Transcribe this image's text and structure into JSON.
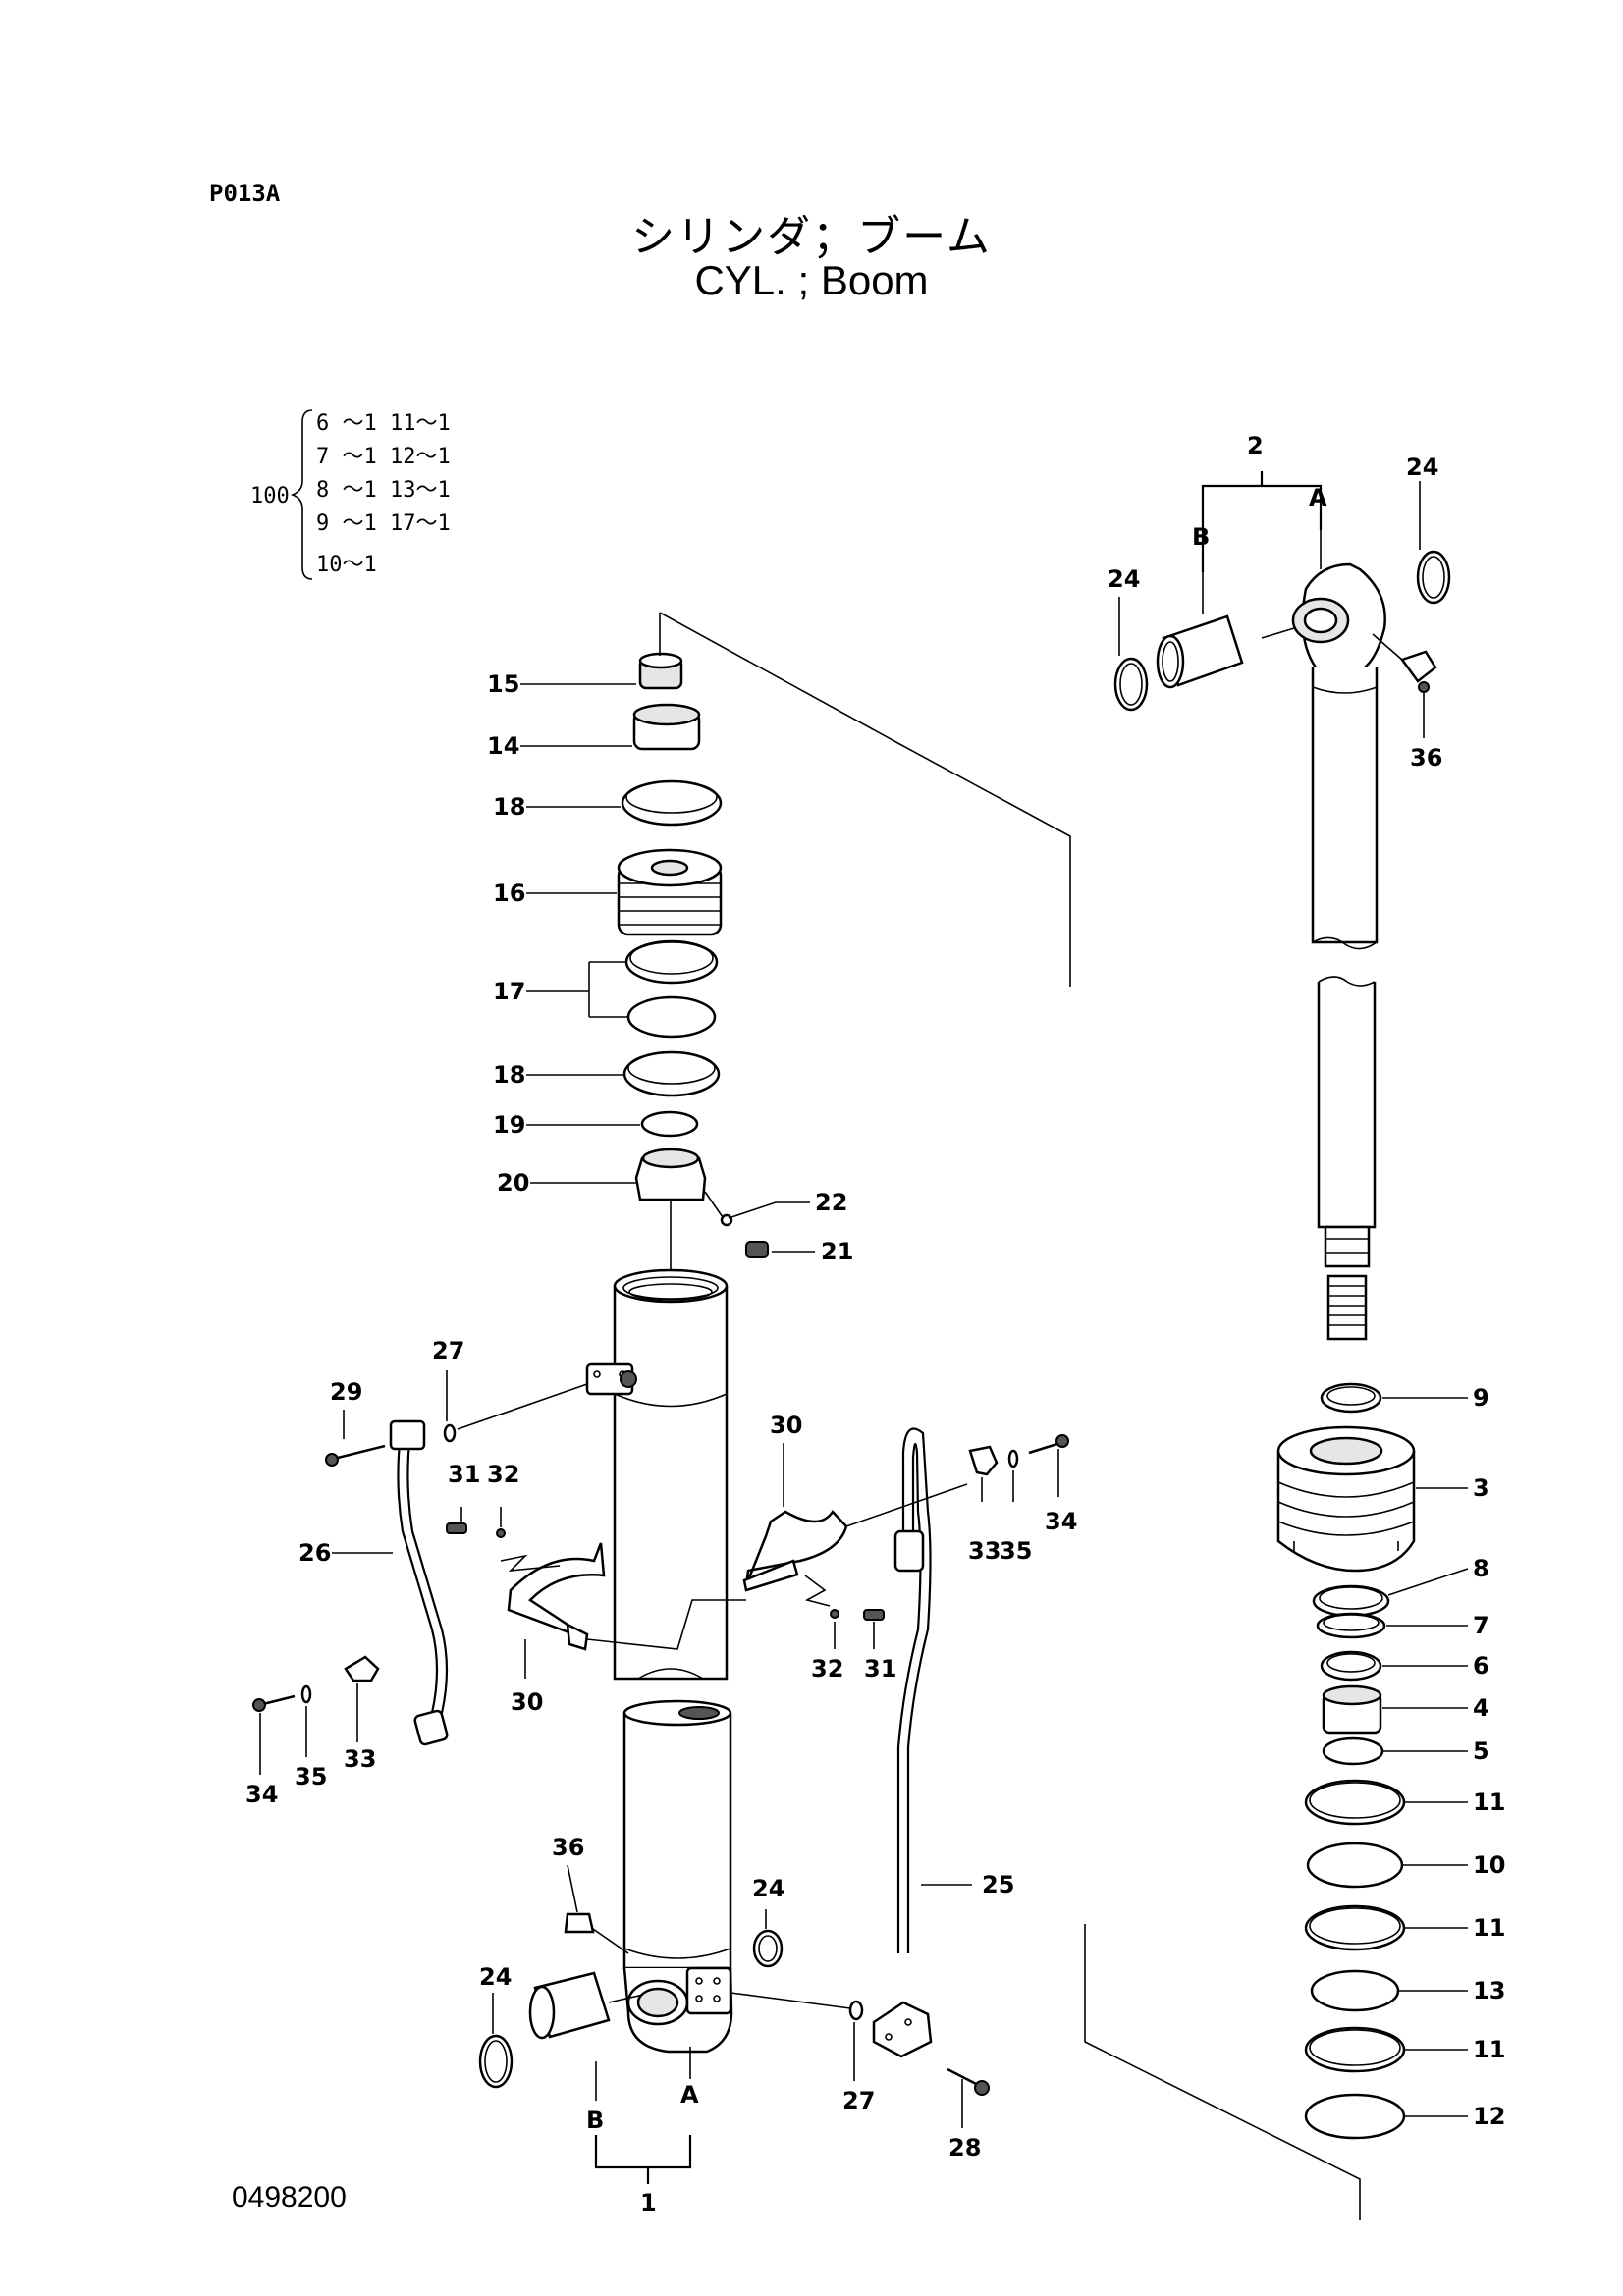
{
  "header": {
    "page_code": "P013A",
    "title_jp": "シリンダ；ブーム",
    "title_en": "CYL. ; Boom"
  },
  "footer": {
    "drawing_code": "0498200"
  },
  "kit": {
    "number": "100",
    "rows": [
      "6 ～1  11～1",
      "7 ～1  12～1",
      "8 ～1  13～1",
      "9 ～1  17～1",
      "10～1"
    ]
  },
  "callouts": {
    "c1": "1",
    "c2": "2",
    "c3": "3",
    "c4": "4",
    "c5": "5",
    "c6": "6",
    "c7": "7",
    "c8": "8",
    "c9": "9",
    "c10": "10",
    "c11a": "11",
    "c11b": "11",
    "c11c": "11",
    "c12": "12",
    "c13": "13",
    "c14": "14",
    "c15": "15",
    "c16": "16",
    "c17": "17",
    "c18a": "18",
    "c18b": "18",
    "c19": "19",
    "c20": "20",
    "c21": "21",
    "c22": "22",
    "c24a": "24",
    "c24b": "24",
    "c24c": "24",
    "c24d": "24",
    "c25": "25",
    "c26": "26",
    "c27a": "27",
    "c27b": "27",
    "c28": "28",
    "c29": "29",
    "c30a": "30",
    "c30b": "30",
    "c31a": "31",
    "c31b": "31",
    "c32a": "32",
    "c32b": "32",
    "c33a": "33",
    "c33b": "33",
    "c34a": "34",
    "c34b": "34",
    "c35a": "35",
    "c35b": "35",
    "c36a": "36",
    "c36b": "36",
    "la_top": "A",
    "lb_top": "B",
    "la_bot": "A",
    "lb_bot": "B"
  }
}
